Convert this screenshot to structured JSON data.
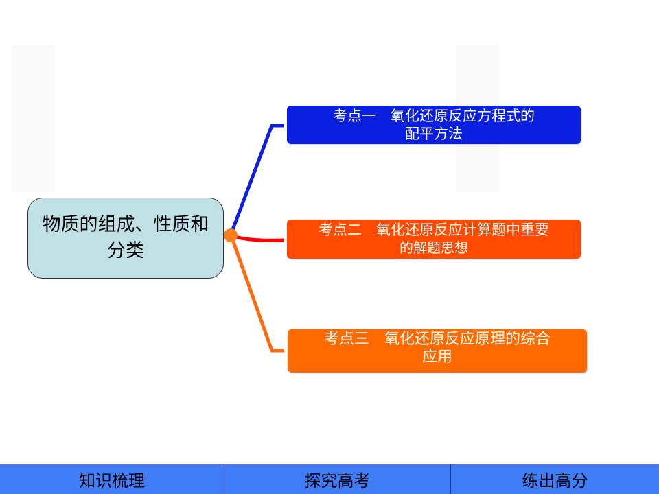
{
  "colors": {
    "central_fill": "#bfe0e4",
    "node1": "#0a1fe0",
    "node2": "#ff4a00",
    "node3": "#ff6a00",
    "branch1": "#0a1fe0",
    "branch2": "#ff0000",
    "branch3": "#ff6a10",
    "hub": "#ff7f1e",
    "footer": "#3f7cf8"
  },
  "central": {
    "label": "物质的组成、性质和分类"
  },
  "nodes": [
    {
      "line1": "考点一　氧化还原反应方程式的",
      "line2": "配平方法"
    },
    {
      "line1": "考点二　氧化还原反应计算题中重要",
      "line2": "的解题思想"
    },
    {
      "line1": "考点三　氧化还原反应原理的综合",
      "line2": "应用"
    }
  ],
  "footer": {
    "tabs": [
      {
        "label": "知识梳理"
      },
      {
        "label": "探究高考"
      },
      {
        "label": "练出高分"
      }
    ]
  }
}
